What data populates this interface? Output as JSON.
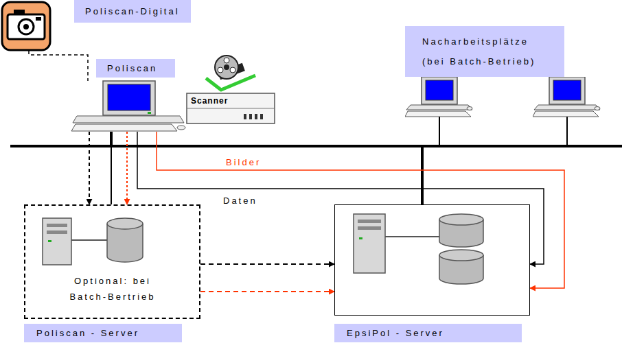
{
  "diagram": {
    "nodes": [
      {
        "text": [
          "Poliscan-Digital"
        ]
      },
      {
        "text": [
          "Poliscan"
        ]
      },
      {
        "text": [
          "Scanner"
        ]
      },
      {
        "text": [
          "Nacharbeitsplätze (bei Batch-Betrieb)"
        ]
      },
      {
        "text": [
          "Optional: bei Batch-Bertrieb",
          "Poliscan - Server"
        ]
      },
      {
        "text": [
          "EpsiPol - Server"
        ]
      }
    ],
    "edges": [
      {
        "from": 0,
        "to": 1,
        "arrow": "none"
      },
      {
        "from": 1,
        "to": 4,
        "arrow": "to"
      },
      {
        "from": 1,
        "to": 4,
        "arrow": "to"
      },
      {
        "from": 1,
        "to": 5,
        "label": "Bilder",
        "arrow": "to"
      },
      {
        "from": 1,
        "to": 5,
        "label": "Daten",
        "arrow": "to"
      },
      {
        "from": 4,
        "to": 5,
        "arrow": "to"
      },
      {
        "from": 4,
        "to": 5,
        "arrow": "to"
      }
    ]
  }
}
